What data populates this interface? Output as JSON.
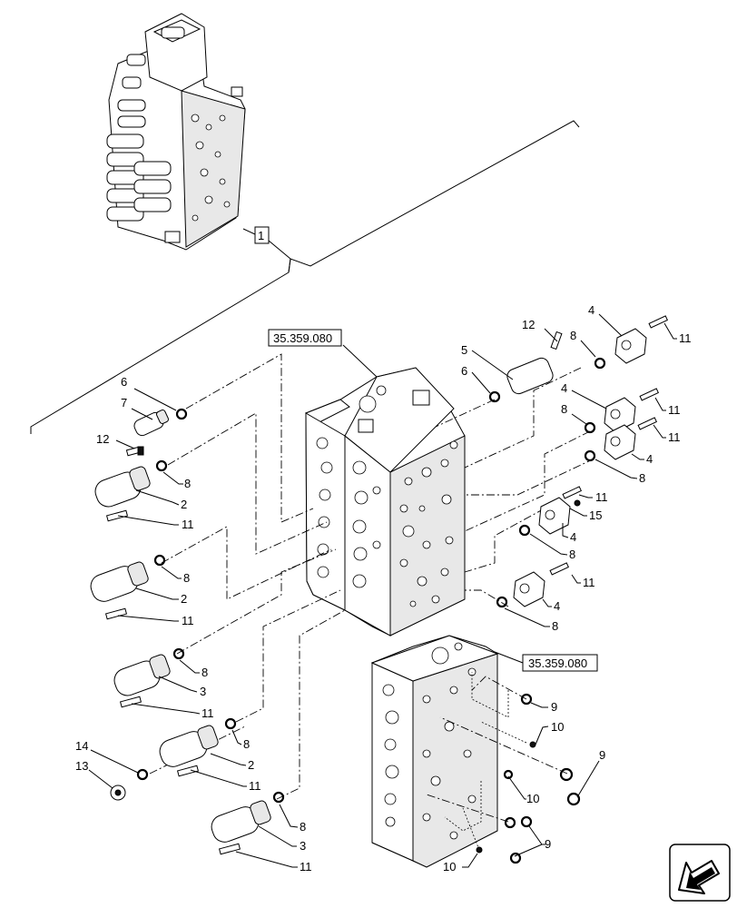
{
  "callouts": {
    "c1": "1",
    "c6a": "6",
    "c7": "7",
    "c12a": "12",
    "c8a": "8",
    "c2a": "2",
    "c11a": "11",
    "c8b": "8",
    "c2b": "2",
    "c11b": "11",
    "c8c": "8",
    "c3a": "3",
    "c11c": "11",
    "c14": "14",
    "c13": "13",
    "c8d": "8",
    "c2c": "2",
    "c11d": "11",
    "c8e": "8",
    "c3b": "3",
    "c11e": "11",
    "c12b": "12",
    "c5": "5",
    "c6b": "6",
    "c8f": "8",
    "c4a": "4",
    "c11f": "11",
    "c4b": "4",
    "c8g": "8",
    "c11g": "11",
    "c11h": "11",
    "c4c": "4",
    "c8h": "8",
    "c11i": "11",
    "c15": "15",
    "c4d": "4",
    "c8i": "8",
    "c11j": "11",
    "c4e": "4",
    "c8j": "8",
    "c9a": "9",
    "c10a": "10",
    "c9b": "9",
    "c10b": "10",
    "c9c": "9",
    "c10c": "10"
  },
  "references": {
    "ref_upper": "35.359.080",
    "ref_lower": "35.359.080"
  },
  "icons": {
    "nav_arrow": "arrow-down-left-icon"
  }
}
